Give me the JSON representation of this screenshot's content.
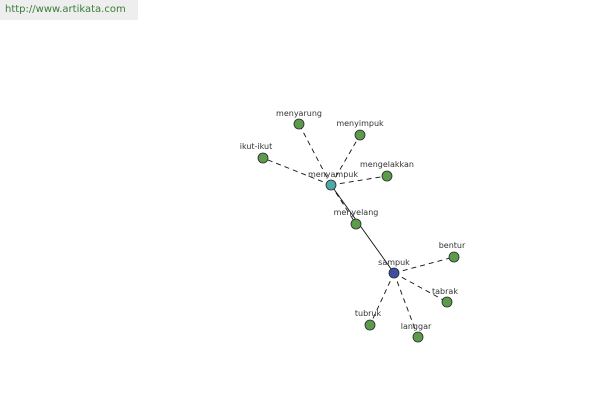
{
  "site": {
    "url": "http://www.artikata.com"
  },
  "colors": {
    "leaf_node": "#5b9b4b",
    "center_node_primary": "#3d4fa0",
    "center_node_secondary": "#4ea8a8",
    "node_stroke": "#2a2a2a",
    "edge": "#111111",
    "background": "#ffffff",
    "url_text": "#3a7d3a",
    "url_bg": "#eeeeee"
  },
  "graph": {
    "nodes": [
      {
        "id": "sampuk",
        "label": "sampuk",
        "kind": "primary"
      },
      {
        "id": "menyampuk",
        "label": "menyampuk",
        "kind": "secondary"
      },
      {
        "id": "menyelang",
        "label": "menyelang",
        "kind": "leaf"
      },
      {
        "id": "bentur",
        "label": "bentur",
        "kind": "leaf"
      },
      {
        "id": "tabrak",
        "label": "tabrak",
        "kind": "leaf"
      },
      {
        "id": "langgar",
        "label": "langgar",
        "kind": "leaf"
      },
      {
        "id": "tubruk",
        "label": "tubruk",
        "kind": "leaf"
      },
      {
        "id": "menyarung",
        "label": "menyarung",
        "kind": "leaf"
      },
      {
        "id": "menyimpuk",
        "label": "menyimpuk",
        "kind": "leaf"
      },
      {
        "id": "ikut-ikut",
        "label": "ikut-ikut",
        "kind": "leaf"
      },
      {
        "id": "mengelakkan",
        "label": "mengelakkan",
        "kind": "leaf"
      }
    ],
    "edges": [
      {
        "source": "menyampuk",
        "target": "sampuk",
        "style": "solid"
      },
      {
        "source": "sampuk",
        "target": "bentur",
        "style": "dashed"
      },
      {
        "source": "sampuk",
        "target": "tabrak",
        "style": "dashed"
      },
      {
        "source": "sampuk",
        "target": "langgar",
        "style": "dashed"
      },
      {
        "source": "sampuk",
        "target": "tubruk",
        "style": "dashed"
      },
      {
        "source": "menyampuk",
        "target": "menyelang",
        "style": "dashed"
      },
      {
        "source": "menyampuk",
        "target": "menyarung",
        "style": "dashed"
      },
      {
        "source": "menyampuk",
        "target": "menyimpuk",
        "style": "dashed"
      },
      {
        "source": "menyampuk",
        "target": "ikut-ikut",
        "style": "dashed"
      },
      {
        "source": "menyampuk",
        "target": "mengelakkan",
        "style": "dashed"
      }
    ]
  }
}
